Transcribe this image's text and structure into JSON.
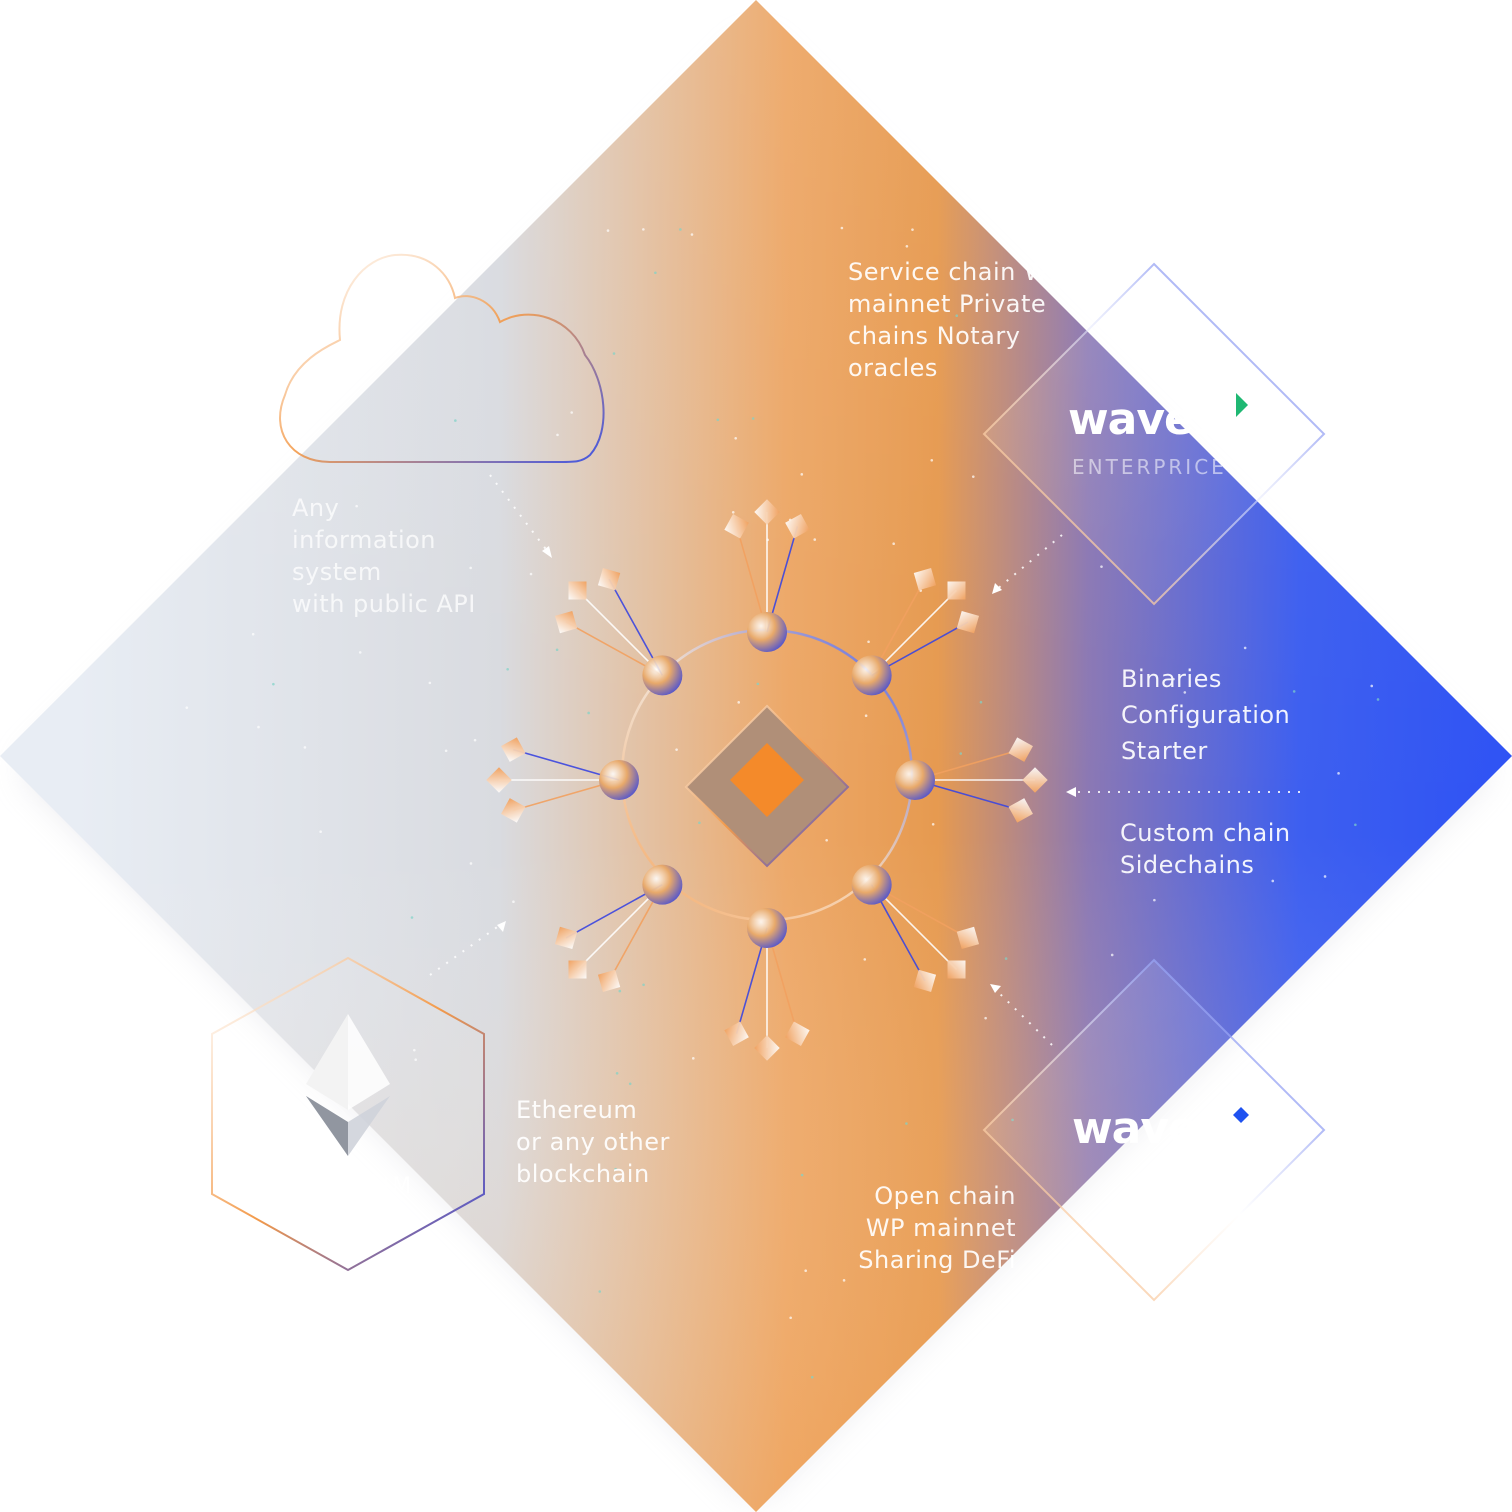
{
  "labels": {
    "api": "Any\ninformation\nsystem\nwith public API",
    "service": "Service chain  WE\nmainnet Private\nchains Notary\noracles",
    "binaries": "Binaries\nConfiguration\nStarter",
    "custom": "Custom chain\nSidechains",
    "ethereum": "Ethereum\nor any other\nblockchain",
    "open": "Open chain\nWP mainnet\nSharing DeFi"
  },
  "brands": {
    "enterprise_logo": "waves",
    "enterprise_sub": "ENTERPRICE",
    "waves_logo": "waves",
    "ethereum_caption": "ETHEREUM"
  },
  "colors": {
    "orange": "#f48a2a",
    "blue": "#2f54f0",
    "light": "#e8edf4",
    "green_accent": "#1fb873",
    "blue_accent": "#1f52f0"
  },
  "icons": {
    "cloud": "cloud-icon",
    "ethereum": "ethereum-icon",
    "center": "core-diamond-icon"
  }
}
